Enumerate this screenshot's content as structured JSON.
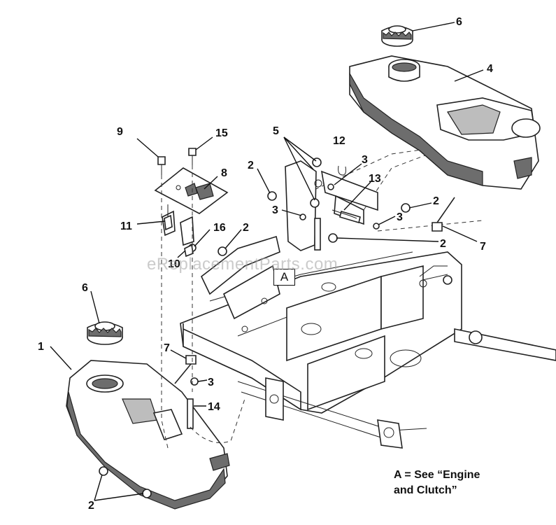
{
  "callouts": {
    "c1": "1",
    "c2a": "2",
    "c2b": "2",
    "c2c": "2",
    "c2d": "2",
    "c2e": "2",
    "c3a": "3",
    "c3b": "3",
    "c3c": "3",
    "c3d": "3",
    "c4": "4",
    "c5": "5",
    "c6a": "6",
    "c6b": "6",
    "c7a": "7",
    "c7b": "7",
    "c8": "8",
    "c9": "9",
    "c10": "10",
    "c11": "11",
    "c12": "12",
    "c13": "13",
    "c14": "14",
    "c15": "15",
    "c16": "16"
  },
  "detail_box": "A",
  "note": {
    "line1": "A = See “Engine",
    "line2": "and Clutch”"
  },
  "watermark": "eReplacementParts.com"
}
